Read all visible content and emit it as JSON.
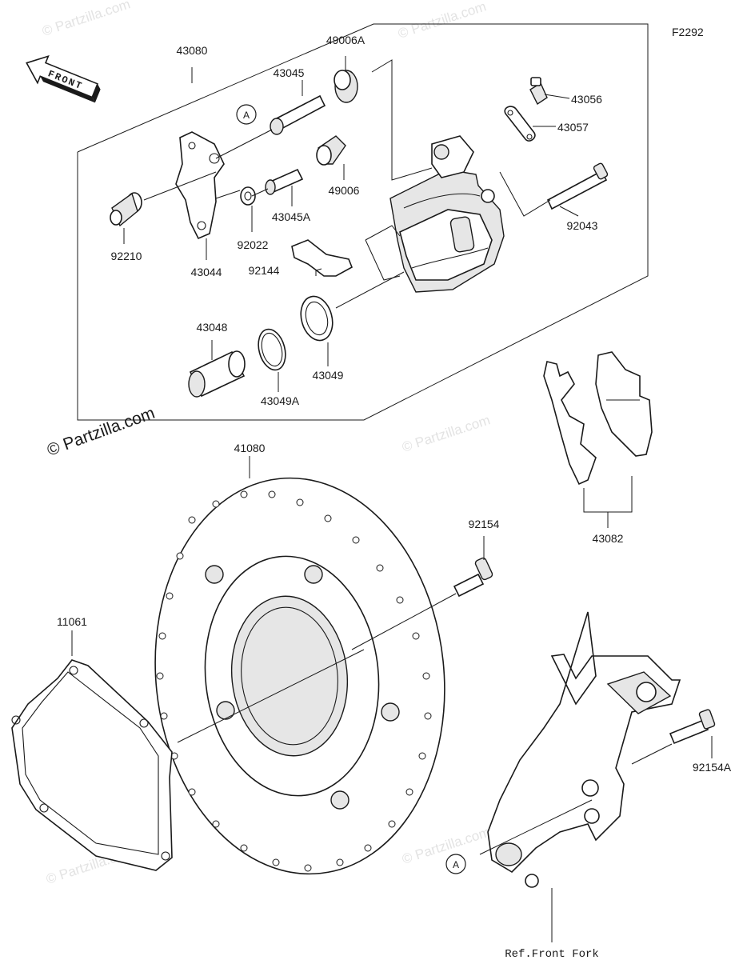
{
  "figure_code": "F2292",
  "front_label": "FRONT",
  "watermark_main": "© Partzilla.com",
  "watermark_faint": "© Partzilla.com",
  "ref_note": "Ref.Front Fork",
  "callout": "A",
  "parts": {
    "caliper_assy": "43080",
    "bleeder_cap": "49006A",
    "pin_a": "43045",
    "pin_b": "43045A",
    "bleeder_valve": "43056",
    "bleeder_cap_b": "43057",
    "boot": "49006",
    "bracket_bolt": "92043",
    "collar": "92210",
    "bracket": "43044",
    "washer": "92022",
    "pad_spring": "92144",
    "piston": "43048",
    "seal_dust": "43049A",
    "seal_piston": "43049",
    "pad_set": "43082",
    "disc": "41080",
    "disc_bolt": "92154",
    "gasket": "11061",
    "caliper_bolt": "92154A"
  }
}
